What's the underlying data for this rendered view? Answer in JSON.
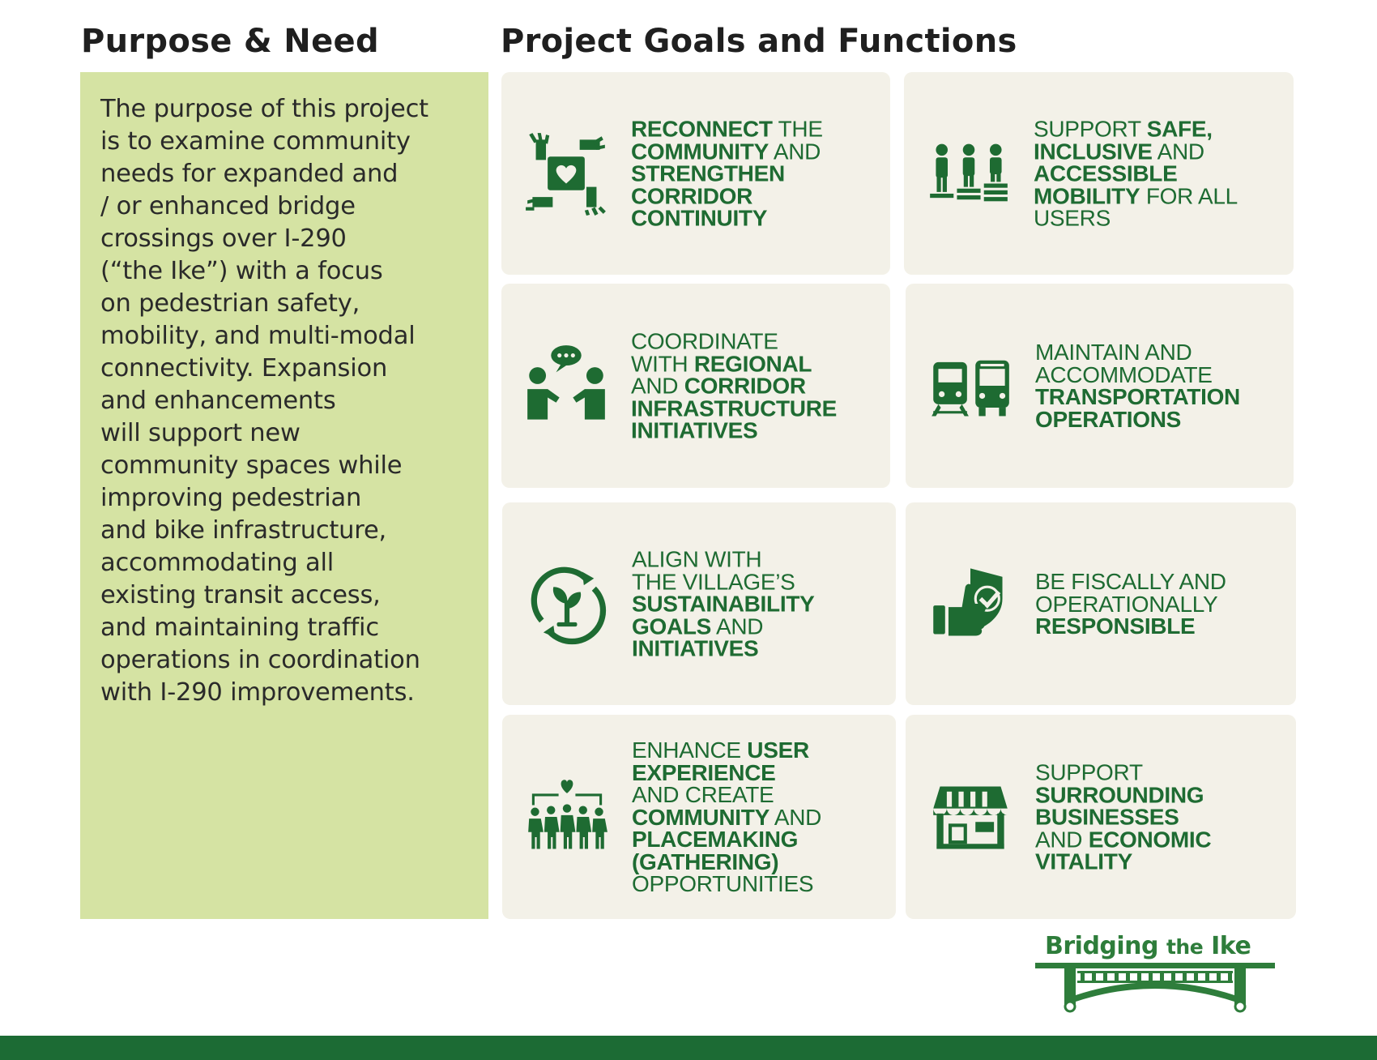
{
  "headings": {
    "purpose": "Purpose & Need",
    "goals": "Project Goals and Functions"
  },
  "purpose_text": "The purpose of this project\nis to examine community\nneeds for expanded and\n/ or enhanced bridge\ncrossings over I-290\n(“the Ike”) with a focus\non pedestrian safety,\nmobility, and multi-modal\nconnectivity. Expansion\nand enhancements\nwill support new\ncommunity spaces while\nimproving pedestrian\nand bike infrastructure,\naccommodating all\nexisting transit access,\nand maintaining traffic\noperations in coordination\nwith I-290 improvements.",
  "goals": [
    {
      "icon": "hands-heart-icon",
      "lines": [
        [
          {
            "t": "Reconnect",
            "b": true
          },
          {
            "t": " the",
            "b": false
          }
        ],
        [
          {
            "t": "community",
            "b": true
          },
          {
            "t": " and",
            "b": false
          }
        ],
        [
          {
            "t": "strengthen",
            "b": true
          }
        ],
        [
          {
            "t": "corridor",
            "b": true
          }
        ],
        [
          {
            "t": "continuity",
            "b": true
          }
        ]
      ]
    },
    {
      "icon": "equity-people-icon",
      "lines": [
        [
          {
            "t": "Support ",
            "b": false
          },
          {
            "t": "safe,",
            "b": true
          }
        ],
        [
          {
            "t": "inclusive",
            "b": true
          },
          {
            "t": " and",
            "b": false
          }
        ],
        [
          {
            "t": "accessible",
            "b": true
          }
        ],
        [
          {
            "t": "mobility",
            "b": true
          },
          {
            "t": " for all",
            "b": false
          }
        ],
        [
          {
            "t": "users",
            "b": false
          }
        ]
      ]
    },
    {
      "icon": "coordination-people-icon",
      "lines": [
        [
          {
            "t": "Coordinate",
            "b": false
          }
        ],
        [
          {
            "t": "with ",
            "b": false
          },
          {
            "t": "regional",
            "b": true
          }
        ],
        [
          {
            "t": "and ",
            "b": false
          },
          {
            "t": "corridor",
            "b": true
          }
        ],
        [
          {
            "t": "infrastructure",
            "b": true
          }
        ],
        [
          {
            "t": "initiatives",
            "b": true
          }
        ]
      ]
    },
    {
      "icon": "train-bus-icon",
      "lines": [
        [
          {
            "t": "Maintain and",
            "b": false
          }
        ],
        [
          {
            "t": "accommodate",
            "b": false
          }
        ],
        [
          {
            "t": "transportation",
            "b": true
          }
        ],
        [
          {
            "t": "operations",
            "b": true
          }
        ]
      ]
    },
    {
      "icon": "sustainability-plant-icon",
      "lines": [
        [
          {
            "t": "Align with",
            "b": false
          }
        ],
        [
          {
            "t": "the village’s",
            "b": false
          }
        ],
        [
          {
            "t": "sustainability",
            "b": true
          }
        ],
        [
          {
            "t": "goals",
            "b": true
          },
          {
            "t": " and",
            "b": false
          }
        ],
        [
          {
            "t": "initiatives",
            "b": true
          }
        ]
      ]
    },
    {
      "icon": "thumbs-up-shield-icon",
      "lines": [
        [
          {
            "t": "Be fiscally and",
            "b": false
          }
        ],
        [
          {
            "t": "operationally",
            "b": false
          }
        ],
        [
          {
            "t": "responsible",
            "b": true
          }
        ]
      ]
    },
    {
      "icon": "community-group-icon",
      "lines": [
        [
          {
            "t": "Enhance ",
            "b": false
          },
          {
            "t": "user",
            "b": true
          }
        ],
        [
          {
            "t": "experience",
            "b": true
          }
        ],
        [
          {
            "t": "and create",
            "b": false
          }
        ],
        [
          {
            "t": "community",
            "b": true
          },
          {
            "t": " and",
            "b": false
          }
        ],
        [
          {
            "t": "placemaking",
            "b": true
          }
        ],
        [
          {
            "t": "(gathering)",
            "b": true
          }
        ],
        [
          {
            "t": "opportunities",
            "b": false
          }
        ]
      ]
    },
    {
      "icon": "storefront-icon",
      "lines": [
        [
          {
            "t": "Support",
            "b": false
          }
        ],
        [
          {
            "t": "surrounding",
            "b": true
          }
        ],
        [
          {
            "t": "businesses",
            "b": true
          }
        ],
        [
          {
            "t": "and ",
            "b": false
          },
          {
            "t": "economic",
            "b": true
          }
        ],
        [
          {
            "t": "vitality",
            "b": true
          }
        ]
      ]
    }
  ],
  "logo": {
    "word1": "Bridging",
    "word2": "the",
    "word3": "Ike",
    "icon": "bridge-logo-icon"
  },
  "colors": {
    "brand_green": "#1e6b32",
    "purpose_bg": "#d5e3a3",
    "card_bg": "#f3f1e8",
    "footer_bar": "#1c6b34"
  }
}
